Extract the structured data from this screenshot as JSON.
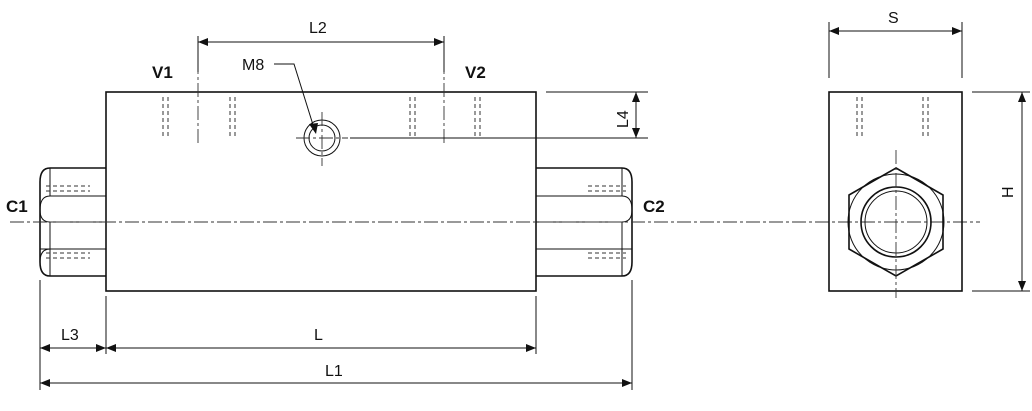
{
  "labels": {
    "v1": "V1",
    "v2": "V2",
    "c1": "C1",
    "c2": "C2",
    "m8": "M8",
    "l": "L",
    "l1": "L1",
    "l2": "L2",
    "l3": "L3",
    "l4": "L4",
    "s": "S",
    "h": "H"
  }
}
